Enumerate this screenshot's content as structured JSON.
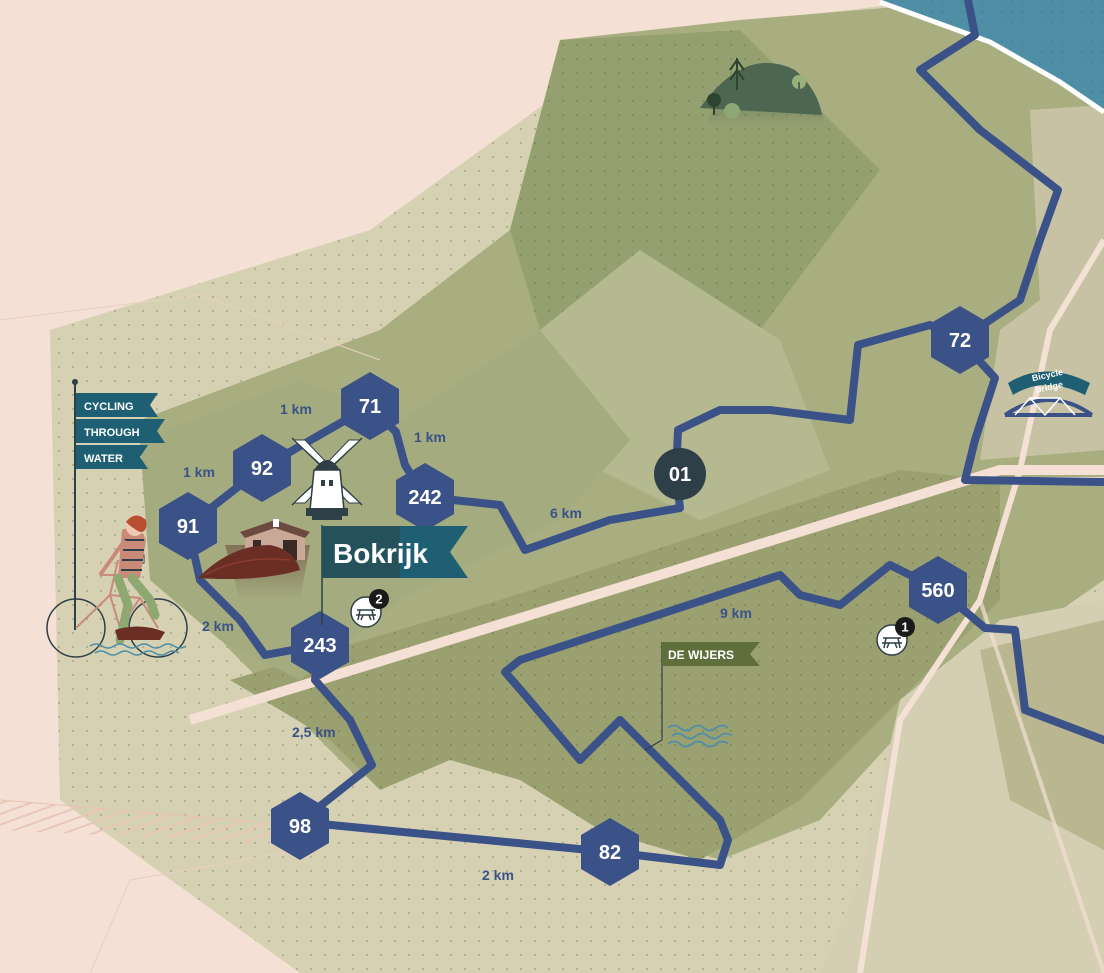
{
  "colors": {
    "background": "#f5e0d5",
    "route": "#3a5287",
    "node": "#3a5287",
    "node_dark": "#2f3f47",
    "flag_teal": "#1f5f73",
    "flag_green": "#5e6f3c",
    "water": "#4f8fa6",
    "forest": "#4d6650"
  },
  "banner_flag": {
    "lines": [
      "CYCLING",
      "THROUGH",
      "WATER"
    ]
  },
  "nodes": [
    {
      "id": "node-71",
      "label": "71"
    },
    {
      "id": "node-92",
      "label": "92"
    },
    {
      "id": "node-91",
      "label": "91"
    },
    {
      "id": "node-242",
      "label": "242"
    },
    {
      "id": "node-243",
      "label": "243"
    },
    {
      "id": "node-98",
      "label": "98"
    },
    {
      "id": "node-82",
      "label": "82"
    },
    {
      "id": "node-560",
      "label": "560"
    },
    {
      "id": "node-72",
      "label": "72"
    },
    {
      "id": "node-01",
      "label": "01"
    }
  ],
  "distances": [
    {
      "id": "dist-92-71",
      "label": "1 km"
    },
    {
      "id": "dist-71-242",
      "label": "1 km"
    },
    {
      "id": "dist-91-92",
      "label": "1 km"
    },
    {
      "id": "dist-242-01",
      "label": "6 km"
    },
    {
      "id": "dist-91-243",
      "label": "2 km"
    },
    {
      "id": "dist-243-98",
      "label": "2,5 km"
    },
    {
      "id": "dist-98-82",
      "label": "2 km"
    },
    {
      "id": "dist-560-82",
      "label": "9 km"
    }
  ],
  "places": {
    "bokrijk": "Bokrijk",
    "de_wijers": "DE WIJERS",
    "bicycle_bridge": [
      "Bicycle",
      "bridge"
    ]
  },
  "poi_markers": [
    {
      "id": "picnic-2",
      "number": "2",
      "icon": "picnic-table-icon"
    },
    {
      "id": "picnic-1",
      "number": "1",
      "icon": "picnic-table-icon"
    }
  ]
}
